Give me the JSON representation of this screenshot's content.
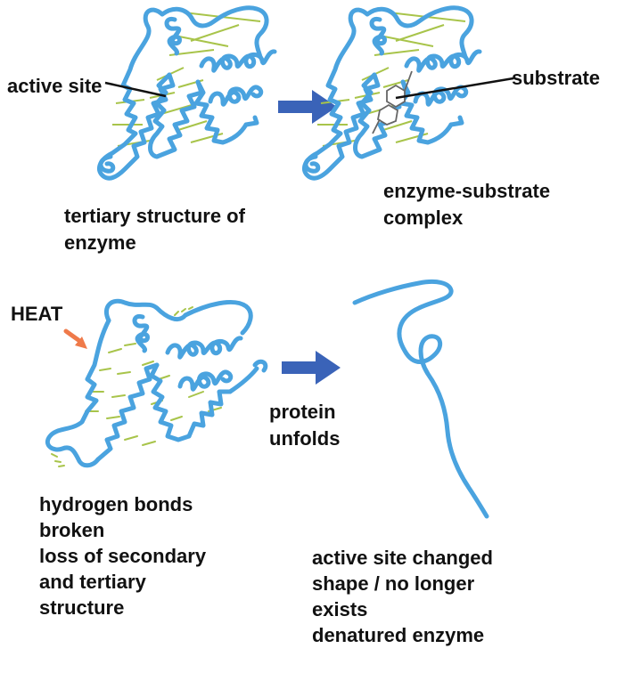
{
  "labels": {
    "active_site": "active site",
    "substrate": "substrate",
    "tertiary_structure": [
      "tertiary structure of",
      "enzyme"
    ],
    "enzyme_substrate_complex": [
      "enzyme-substrate",
      "complex"
    ],
    "heat": "HEAT",
    "protein_unfolds": [
      "protein",
      "unfolds"
    ],
    "bonds_broken": [
      "hydrogen bonds",
      "broken",
      "loss of secondary",
      "and tertiary",
      "structure"
    ],
    "active_site_changed": [
      "active site changed",
      "shape / no longer",
      "exists",
      "denatured enzyme"
    ]
  },
  "colors": {
    "protein": "#4aa3df",
    "hydrogen_bond": "#a8c44a",
    "arrow": "#3a63b8",
    "heat_arrow": "#ef7a4a",
    "text": "#111111",
    "substrate": "#666666"
  }
}
